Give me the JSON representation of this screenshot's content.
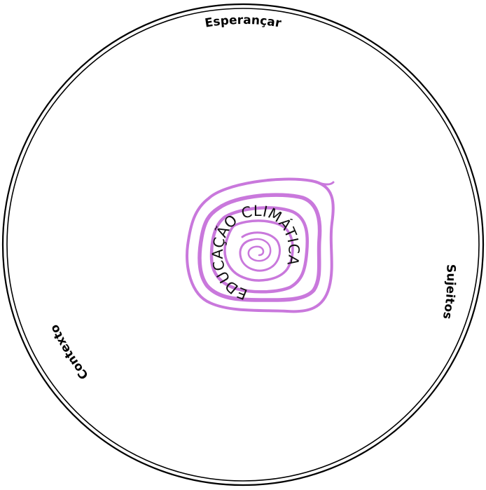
{
  "diagram": {
    "center_title": "EDUCAÇÃO CLIMÁTICA",
    "labels": {
      "top": "Esperançar",
      "right": "Sujeitos",
      "left": "Contexto"
    }
  },
  "colors": {
    "spiral": "#c978dc",
    "ring": "#000000",
    "background": "#ffffff"
  }
}
